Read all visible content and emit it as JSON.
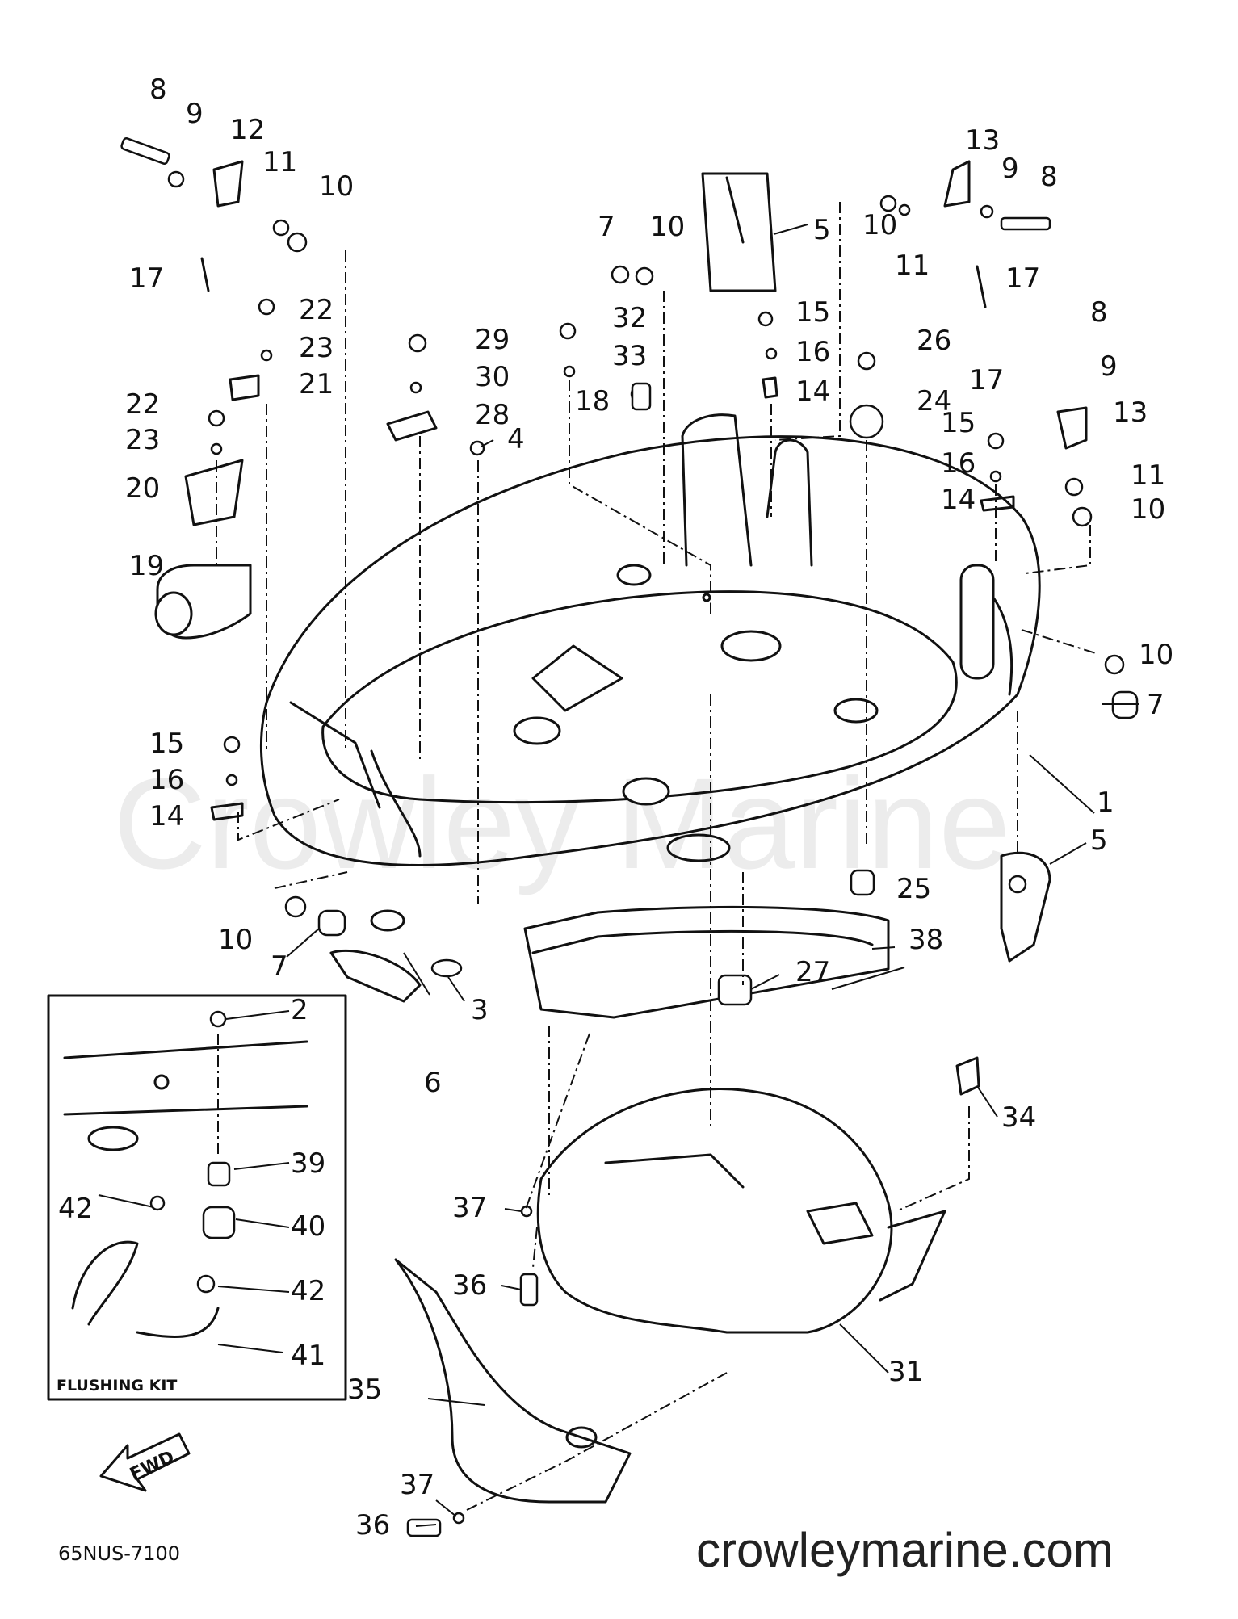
{
  "watermark": "Crowley Marine",
  "site": "crowleymarine.com",
  "diagram_code": "65NUS-7100",
  "fwd_label": "FWD",
  "inset": {
    "title": "FLUSHING KIT"
  },
  "callouts": {
    "c1": "1",
    "c2": "2",
    "c3": "3",
    "c4": "4",
    "c5": "5",
    "c6": "6",
    "c7": "7",
    "c8": "8",
    "c9": "9",
    "c10": "10",
    "c11": "11",
    "c12": "12",
    "c13": "13",
    "c14": "14",
    "c15": "15",
    "c16": "16",
    "c17": "17",
    "c18": "18",
    "c19": "19",
    "c20": "20",
    "c21": "21",
    "c22": "22",
    "c23": "23",
    "c24": "24",
    "c25": "25",
    "c26": "26",
    "c27": "27",
    "c28": "28",
    "c29": "29",
    "c30": "30",
    "c31": "31",
    "c32": "32",
    "c33": "33",
    "c34": "34",
    "c35": "35",
    "c36": "36",
    "c37": "37",
    "c38": "38",
    "c39": "39",
    "c40": "40",
    "c41": "41",
    "c42": "42"
  }
}
